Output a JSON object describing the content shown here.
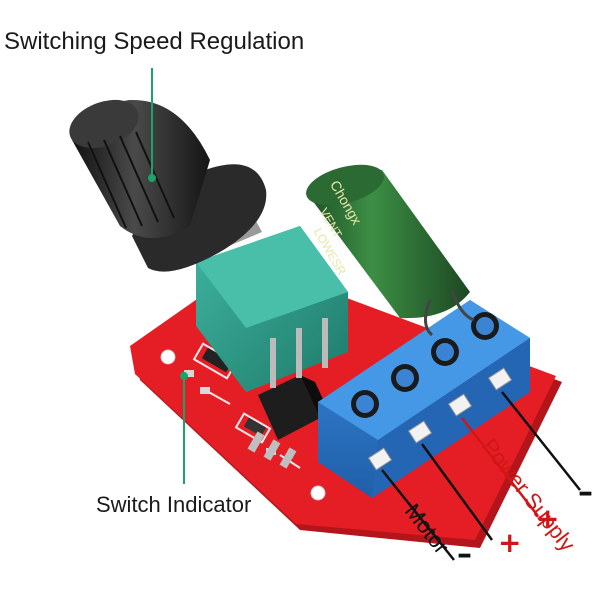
{
  "labels": {
    "title": "Switching Speed Regulation",
    "indicator": "Switch Indicator",
    "motor": "Motor",
    "power_supply": "Power Supply",
    "motor_minus": "–",
    "motor_plus": "+",
    "power_plus": "+",
    "power_minus": "–"
  },
  "capacitor_text": [
    "Chongx",
    "VENT",
    "LOWESR"
  ],
  "colors": {
    "pcb": "#e51d24",
    "terminal_block": "#2b78c8",
    "potentiometer": "#2e9e8a",
    "capacitor": "#2f6b35",
    "knob": "#222222",
    "leader_line": "#1aa36b",
    "positive_lead": "#d11616",
    "negative_lead": "#111111"
  }
}
